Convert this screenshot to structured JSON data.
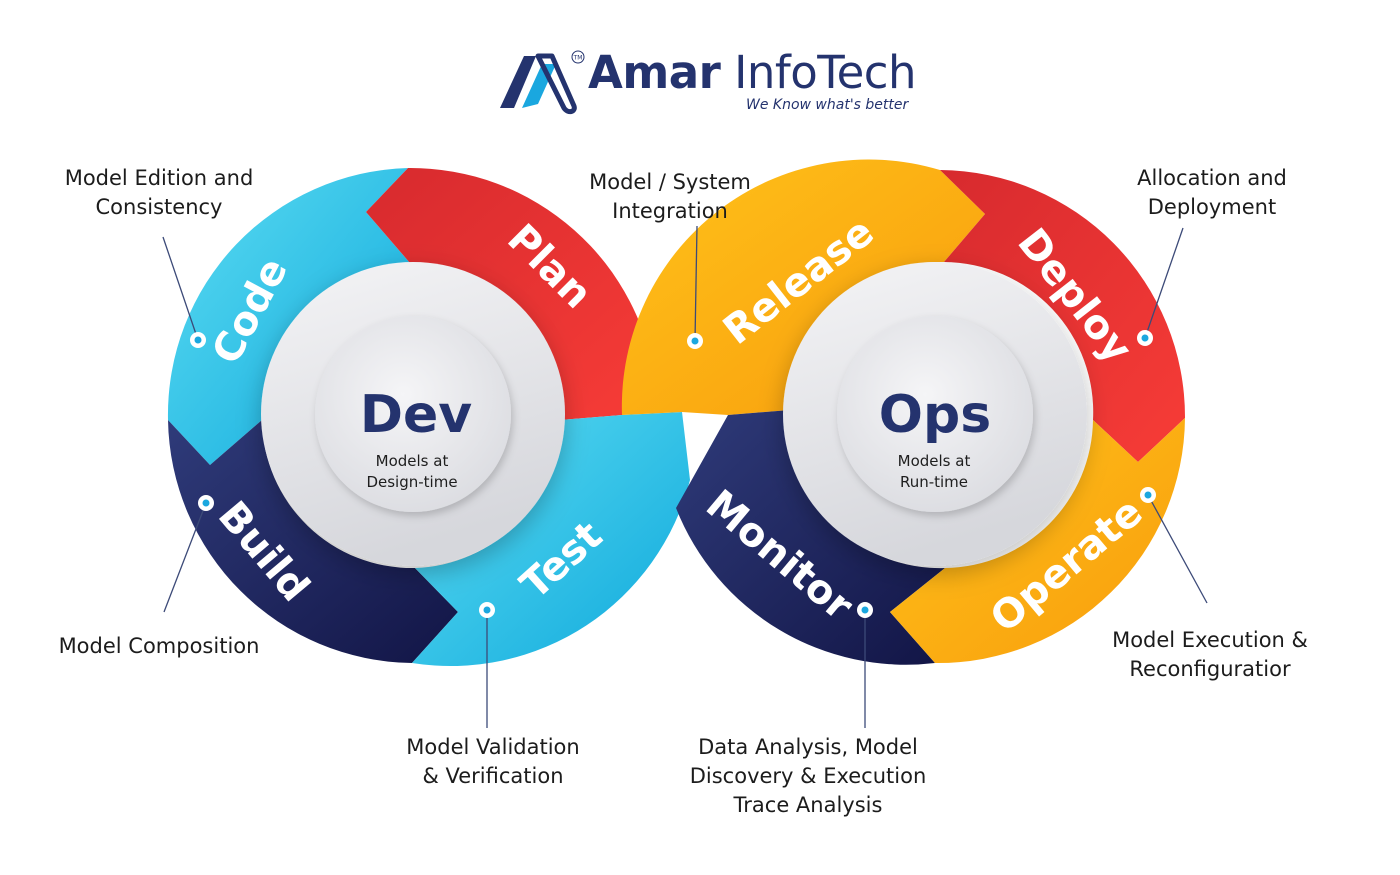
{
  "brand": {
    "name_bold": "Amar",
    "name_rest": "InfoTech",
    "tagline": "We Know what's better",
    "trademark": "TM"
  },
  "colors": {
    "navy": "#24336e",
    "cyan": "#22b8e2",
    "red": "#e8312f",
    "yellow": "#fbb617",
    "dark_navy": "#1d2458"
  },
  "hubs": {
    "dev": {
      "title": "Dev",
      "sub_line1": "Models at",
      "sub_line2": "Design-time"
    },
    "ops": {
      "title": "Ops",
      "sub_line1": "Models at",
      "sub_line2": "Run-time"
    }
  },
  "stages": {
    "code": "Code",
    "plan": "Plan",
    "build": "Build",
    "test": "Test",
    "release": "Release",
    "deploy": "Deploy",
    "monitor": "Monitor",
    "operate": "Operate"
  },
  "notes": {
    "code": [
      "Model Edition and",
      "Consistency"
    ],
    "release": [
      "Model / System",
      "Integration"
    ],
    "deploy": [
      "Allocation and",
      "Deployment"
    ],
    "build": [
      "Model Composition"
    ],
    "test": [
      "Model Validation",
      "& Verification"
    ],
    "monitor": [
      "Data Analysis, Model",
      "Discovery & Execution",
      "Trace Analysis"
    ],
    "operate": [
      "Model Execution &",
      "Reconfiguratior"
    ]
  }
}
